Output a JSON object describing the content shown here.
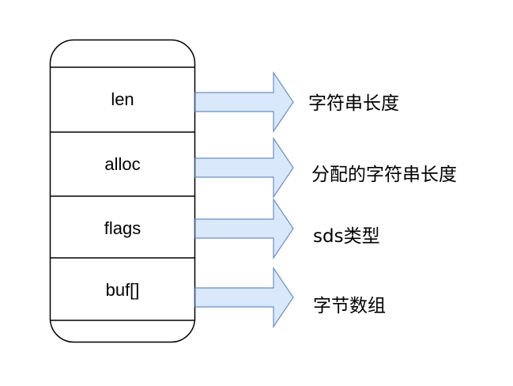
{
  "fields": [
    {
      "label": "len",
      "description": "字符串长度"
    },
    {
      "label": "alloc",
      "description": "分配的字符串长度"
    },
    {
      "label": "flags",
      "description": "sds类型"
    },
    {
      "label": "buf[]",
      "description": "字节数组"
    }
  ],
  "colors": {
    "struct_stroke": "#000000",
    "struct_fill": "#ffffff",
    "arrow_fill": "#dae8fc",
    "arrow_stroke": "#6c8ebf",
    "text": "#000000"
  }
}
